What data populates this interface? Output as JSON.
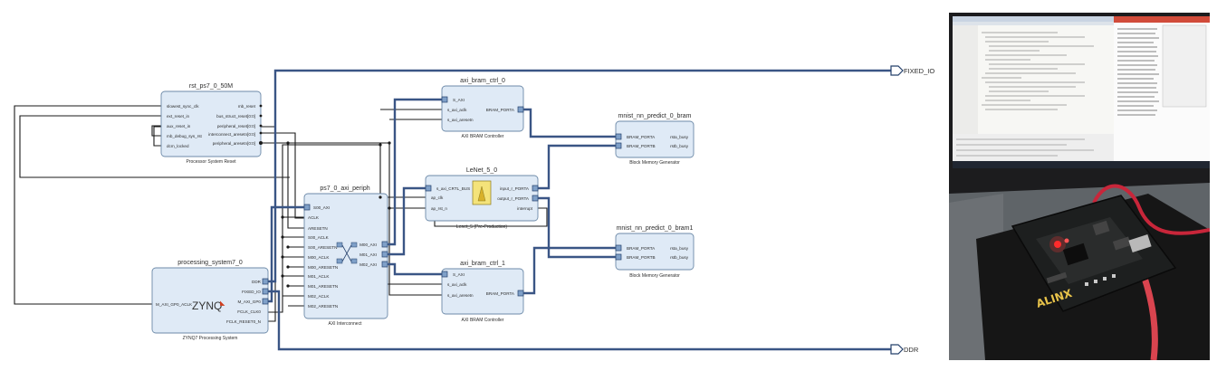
{
  "diagram": {
    "external_ports": {
      "fixed_io": "FIXED_IO",
      "ddr": "DDR"
    },
    "rst_block": {
      "title": "rst_ps7_0_50M",
      "subtitle": "Processor System Reset",
      "inputs": [
        "slowest_sync_clk",
        "ext_reset_in",
        "aux_reset_in",
        "mb_debug_sys_rst",
        "dcm_locked"
      ],
      "outputs": [
        "mb_reset",
        "bus_struct_reset[0:0]",
        "peripheral_reset[0:0]",
        "interconnect_aresetn[0:0]",
        "peripheral_aresetn[0:0]"
      ]
    },
    "ps7": {
      "title": "processing_system7_0",
      "subtitle": "ZYNQ7 Processing System",
      "logo": "ZYNQ",
      "inputs": [
        "M_AXI_GP0_ACLK"
      ],
      "outputs": [
        "DDR",
        "FIXED_IO",
        "M_AXI_GP0",
        "FCLK_CLK0",
        "FCLK_RESET0_N"
      ]
    },
    "interconnect": {
      "title": "ps7_0_axi_periph",
      "subtitle": "AXI Interconnect",
      "inputs": [
        "S00_AXI",
        "ACLK",
        "ARESETN",
        "S00_ACLK",
        "S00_ARESETN",
        "M00_ACLK",
        "M00_ARESETN",
        "M01_ACLK",
        "M01_ARESETN",
        "M02_ACLK",
        "M02_ARESETN"
      ],
      "outputs": [
        "M00_AXI",
        "M01_AXI",
        "M02_AXI"
      ]
    },
    "bram_ctrl_0": {
      "title": "axi_bram_ctrl_0",
      "subtitle": "AXI BRAM Controller",
      "inputs": [
        "S_AXI",
        "s_axi_aclk",
        "s_axi_aresetn"
      ],
      "outputs": [
        "BRAM_PORTA"
      ]
    },
    "lenet": {
      "title": "LeNet_5_0",
      "subtitle": "Lenet_5 (Pre-Production)",
      "inputs": [
        "s_axi_CRTL_BUS",
        "ap_clk",
        "ap_rst_n"
      ],
      "outputs": [
        "input_r_PORTA",
        "output_r_PORTA",
        "interrupt"
      ]
    },
    "bram_ctrl_1": {
      "title": "axi_bram_ctrl_1",
      "subtitle": "AXI BRAM Controller",
      "inputs": [
        "S_AXI",
        "s_axi_aclk",
        "s_axi_aresetn"
      ],
      "outputs": [
        "BRAM_PORTA"
      ]
    },
    "bram_0": {
      "title": "mnist_nn_predict_0_bram",
      "subtitle": "Block Memory Generator",
      "inputs": [
        "BRAM_PORTA",
        "BRAM_PORTB"
      ],
      "outputs": [
        "rsta_busy",
        "rstb_busy"
      ]
    },
    "bram_1": {
      "title": "mnist_nn_predict_0_bram1",
      "subtitle": "Block Memory Generator",
      "inputs": [
        "BRAM_PORTA",
        "BRAM_PORTB"
      ],
      "outputs": [
        "rsta_busy",
        "rstb_busy"
      ]
    }
  },
  "photo": {
    "board_logo": "ALINX"
  }
}
